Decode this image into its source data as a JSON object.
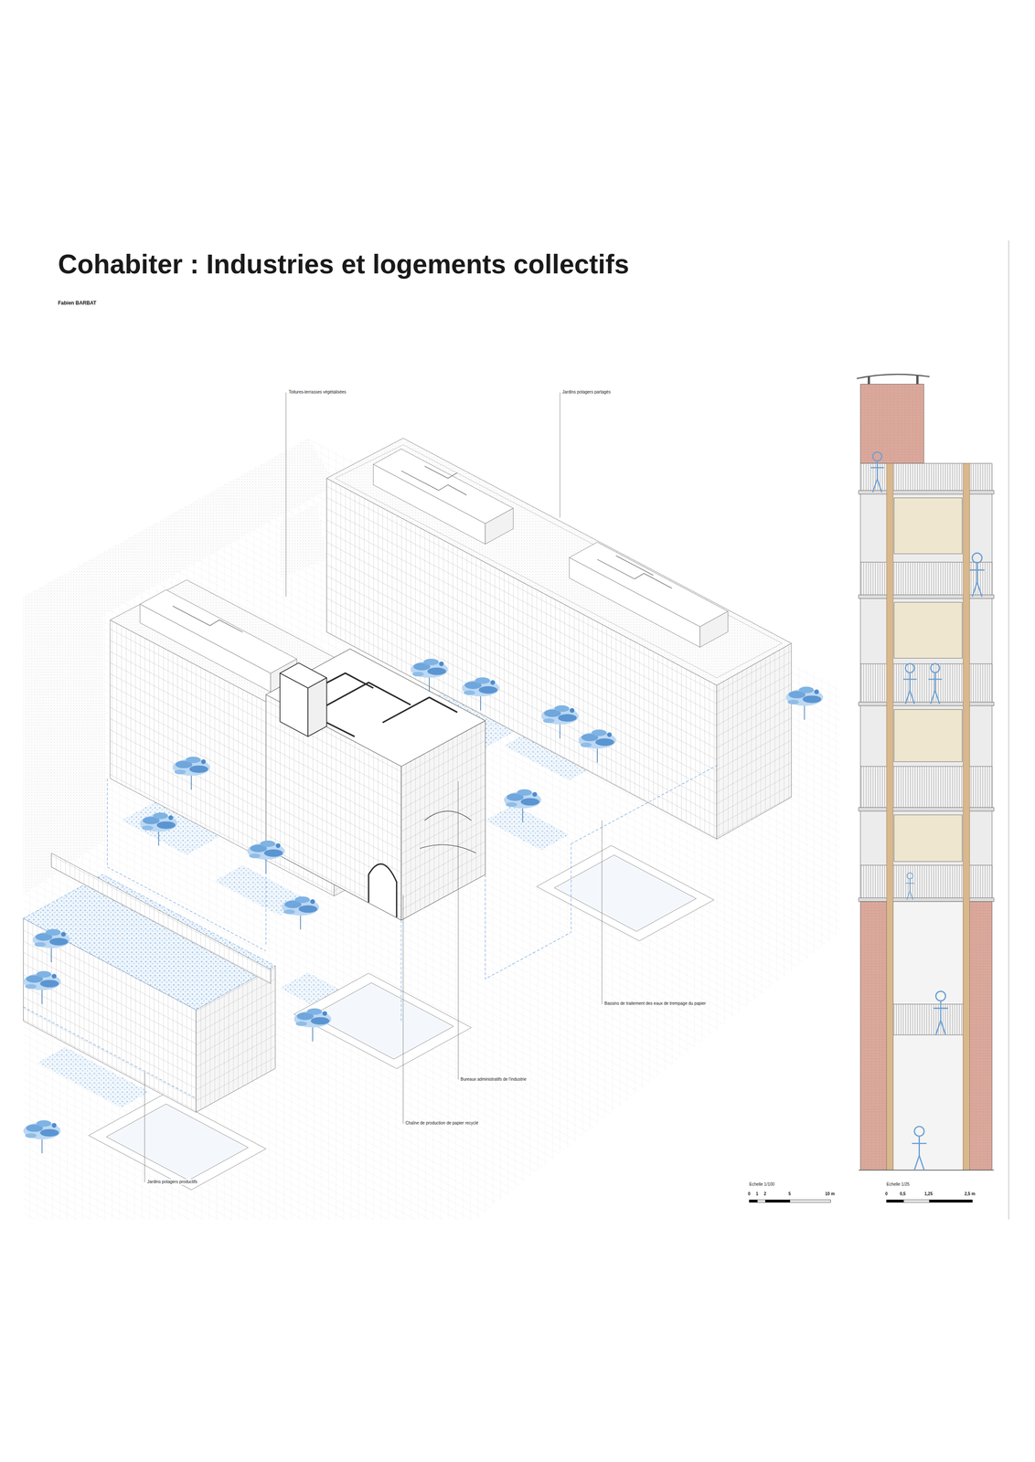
{
  "diagram": {
    "title": "Cohabiter : Industries et logements collectifs",
    "labels": [
      "Fabien BARBAT",
      "Toitures-terrasses végétalisées",
      "Jardins potagers partagés",
      "Bassins de traitement des eaux de trempage du papier",
      "Bureaux administratifs de l'industrie",
      "Chaîne de production de papier recyclé",
      "Jardins potagers productifs",
      "Echelle 1/100",
      "0",
      "1",
      "2",
      "5",
      "10 m",
      "Echelle 1/25",
      "0",
      "0,5",
      "1,25",
      "2,5 m"
    ]
  }
}
